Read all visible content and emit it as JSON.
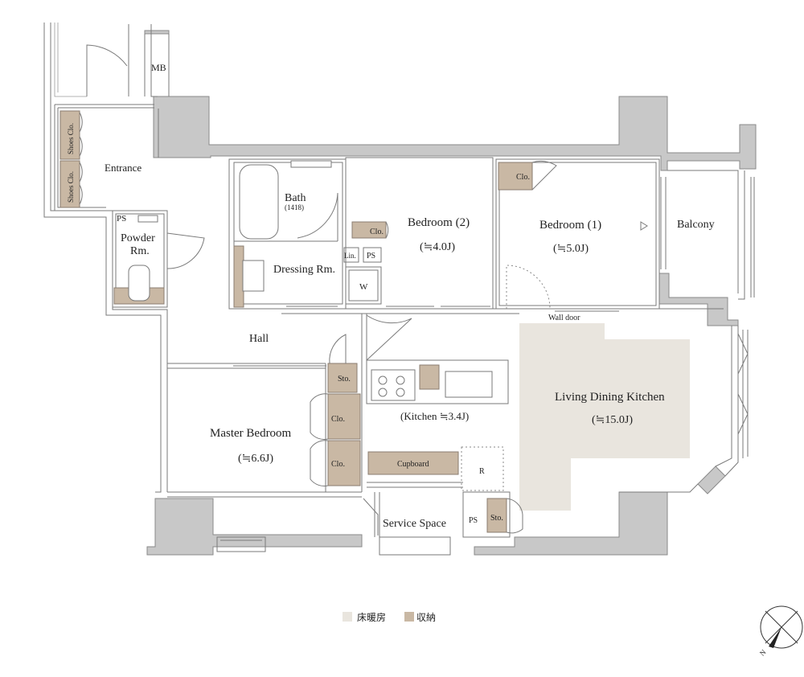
{
  "rooms": {
    "mb": "MB",
    "entrance": "Entrance",
    "shoes_clo_1": "Shoes Clo.",
    "shoes_clo_2": "Shoes Clo.",
    "ps_powder": "PS",
    "powder": "Powder",
    "powder2": "Rm.",
    "bath": "Bath",
    "bath_size": "(1418)",
    "dressing": "Dressing Rm.",
    "lin": "Lin.",
    "ps_bath": "PS",
    "w": "W",
    "bedroom2": "Bedroom (2)",
    "bedroom2_size": "(≒4.0J)",
    "clo_b2": "Clo.",
    "bedroom1": "Bedroom (1)",
    "bedroom1_size": "(≒5.0J)",
    "clo_b1": "Clo.",
    "balcony": "Balcony",
    "wall_door": "Wall door",
    "hall": "Hall",
    "sto_hall": "Sto.",
    "clo_m1": "Clo.",
    "clo_m2": "Clo.",
    "master": "Master Bedroom",
    "master_size": "(≒6.6J)",
    "kitchen": "(Kitchen ≒3.4J)",
    "cupboard": "Cupboard",
    "r": "R",
    "ldk": "Living Dining Kitchen",
    "ldk_size": "(≒15.0J)",
    "service": "Service Space",
    "ps_service": "PS",
    "sto_service": "Sto."
  },
  "legend": {
    "floor_heating": "床暖房",
    "storage": "収納",
    "floor_heating_color": "#e9e5de",
    "storage_color": "#c9b8a4"
  },
  "compass": {
    "label": "N"
  }
}
